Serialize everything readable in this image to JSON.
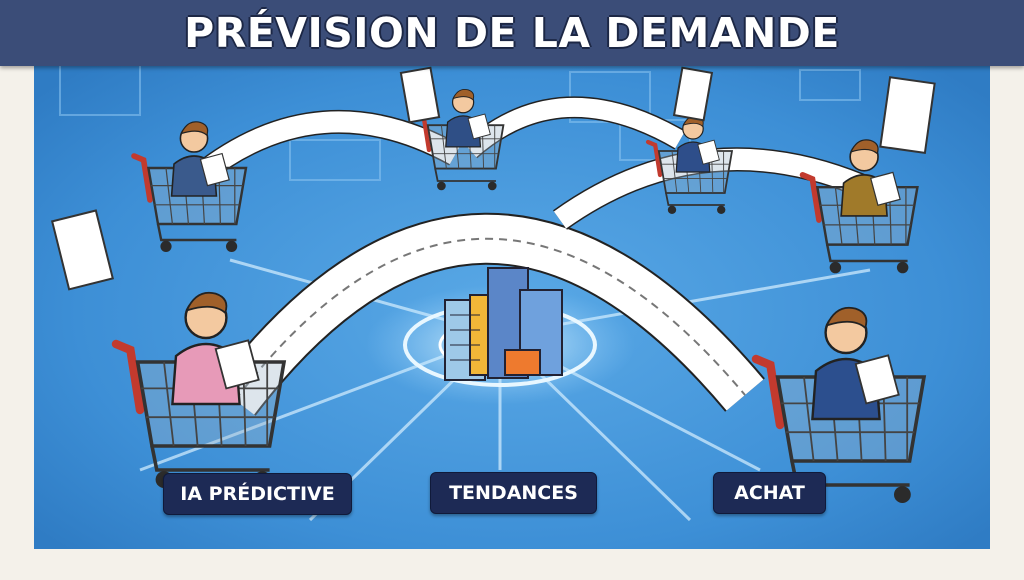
{
  "title": "PRÉVISION DE LA DEMANDE",
  "labels": {
    "predictive_ai": "IA PRÉDICTIVE",
    "trends": "TENDANCES",
    "purchase": "ACHAT"
  },
  "colors": {
    "title_bar": "#3b4d78",
    "scene_blue": "#3d8fd6",
    "label_bg": "#1d2a55",
    "label_text": "#ffffff"
  },
  "icons": [
    "shopping-cart-icon",
    "shopper-figure",
    "receipt-paper",
    "data-server-stack"
  ]
}
